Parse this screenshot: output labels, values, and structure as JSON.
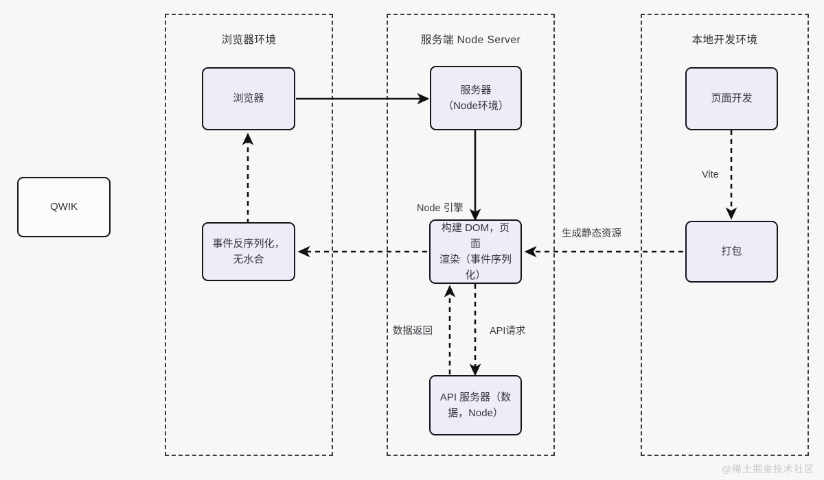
{
  "page": {
    "background": "#f7f7f7",
    "watermark": "@稀土掘金技术社区"
  },
  "theme": {
    "node_fill": "#ecedf6",
    "node_border": "#15151c",
    "zone_border": "#3c3c3c",
    "text": "#34343c",
    "edge": "#111111"
  },
  "zones": [
    {
      "id": "browser",
      "title": "浏览器环境"
    },
    {
      "id": "server",
      "title": "服务端   Node Server"
    },
    {
      "id": "local",
      "title": "本地开发环境"
    }
  ],
  "nodes": {
    "qwik": "QWIK",
    "browser": "浏览器",
    "server": "服务器\n（Node环境）",
    "server_line1": "服务器",
    "server_line2": "（Node环境）",
    "deserialize_line1": "事件反序列化，",
    "deserialize_line2": "无水合",
    "dom_line1": "构建 DOM，页面",
    "dom_line2": "渲染（事件序列",
    "dom_line3": "化）",
    "api_line1": "API 服务器（数",
    "api_line2": "据，Node）",
    "page_dev": "页面开发",
    "bundle": "打包"
  },
  "edge_labels": {
    "node_engine": "Node 引擎",
    "data_return": "数据返回",
    "api_request": "API请求",
    "static_assets": "生成静态资源",
    "vite": "Vite"
  }
}
